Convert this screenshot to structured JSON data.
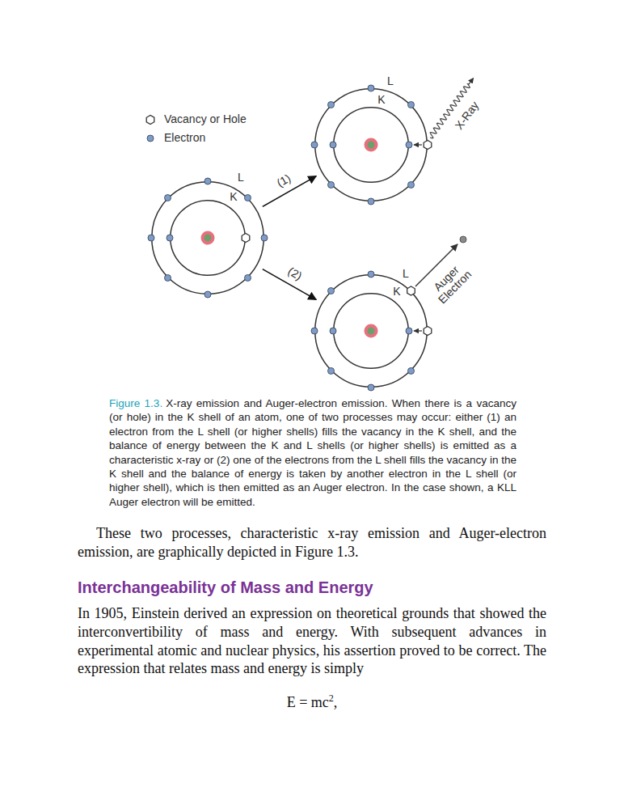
{
  "diagram": {
    "caption": "X-ray emission and Auger-electron emission. When there is a vacancy (or hole) in the K shell of an atom, one of two processes may occur: either (1) an electron from the L shell (or higher shells) fills the vacancy in the K shell, and the balance of energy between the K and L shells (or higher shells) is emitted as a characteristic x-ray or (2) one of the electrons from the L shell fills the vacancy in the K shell and the balance of energy is taken by another electron in the L shell (or higher shell), which is then emitted as an Auger electron. In the case shown, a KLL Auger electron will be emitted.",
    "nodes": [
      {
        "text": [
          "L"
        ]
      },
      {
        "text": [
          "K"
        ],
        "in": 0
      },
      {
        "text": [
          "L"
        ]
      },
      {
        "text": [
          "K"
        ],
        "in": 2
      },
      {
        "text": [
          "L"
        ]
      },
      {
        "text": [
          "K"
        ],
        "in": 4
      }
    ],
    "edges": [
      {
        "from": 0,
        "to": 2,
        "arrow": "to",
        "label": "(1)"
      },
      {
        "from": 0,
        "to": 4,
        "arrow": "to",
        "label": "(2)"
      }
    ],
    "labels": [
      "X-Ray",
      "Auger Electron",
      "Figure 1.3.",
      "These two processes, characteristic x-ray emission and Auger-electron emission, are graphically depicted in Figure 1.3.",
      "Interchangeability of Mass and Energy",
      "In 1905, Einstein derived an expression on theoretical grounds that showed the interconvertibility of mass and energy. With subsequent advances in experimental atomic and nuclear physics, his assertion proved to be correct. The expression that relates mass and energy is simply",
      "E = mc",
      "2",
      ","
    ],
    "legend": [
      {
        "text": "Vacancy or Hole"
      },
      {
        "text": "Electron"
      }
    ]
  }
}
